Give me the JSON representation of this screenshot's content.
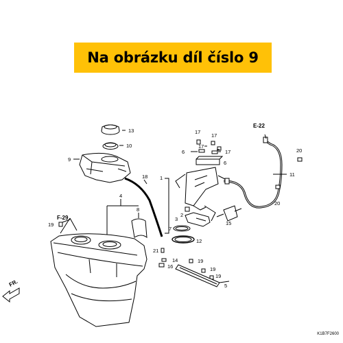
{
  "banner": {
    "text": "Na obrázku díl číslo 9",
    "color": "#ffc107"
  },
  "callouts": {
    "p13": "13",
    "p10": "10",
    "p9": "9",
    "p18": "18",
    "p4": "4",
    "p8": "8",
    "p1": "1",
    "p17a": "17",
    "p17b": "17",
    "p17c": "17",
    "p17d": "17",
    "p6a": "6",
    "p6b": "6",
    "p2": "2",
    "p3": "3",
    "p7": "7",
    "p12": "12",
    "p15": "15",
    "p11": "11",
    "p20a": "20",
    "p20b": "20",
    "p19a": "19",
    "p19b": "19",
    "p19c": "19",
    "p19d": "19",
    "p21": "21",
    "p14": "14",
    "p16": "16",
    "p5": "5"
  },
  "references": {
    "e22": "E-22",
    "f29": "F-29",
    "fr": "FR."
  },
  "diagram_code": "K1B7F2600"
}
